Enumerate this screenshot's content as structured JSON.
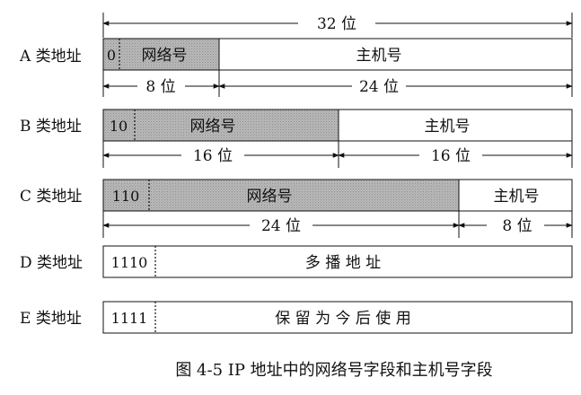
{
  "top_width_label": "32 位",
  "classes": [
    {
      "label": "A 类地址",
      "prefix": "0",
      "net_label": "网络号",
      "host_label": "主机号",
      "dims": [
        "8 位",
        "24 位"
      ]
    },
    {
      "label": "B 类地址",
      "prefix": "10",
      "net_label": "网络号",
      "host_label": "主机号",
      "dims": [
        "16 位",
        "16 位"
      ]
    },
    {
      "label": "C 类地址",
      "prefix": "110",
      "net_label": "网络号",
      "host_label": "主机号",
      "dims": [
        "24 位",
        "8 位"
      ]
    },
    {
      "label": "D 类地址",
      "prefix": "1110",
      "body_label": "多 播 地 址"
    },
    {
      "label": "E 类地址",
      "prefix": "1111",
      "body_label": "保 留 为 今 后 使 用"
    }
  ],
  "caption": "图 4-5 IP 地址中的网络号字段和主机号字段",
  "colors": {
    "shade": "#b4b4b4",
    "border": "#111111",
    "background": "#ffffff"
  }
}
